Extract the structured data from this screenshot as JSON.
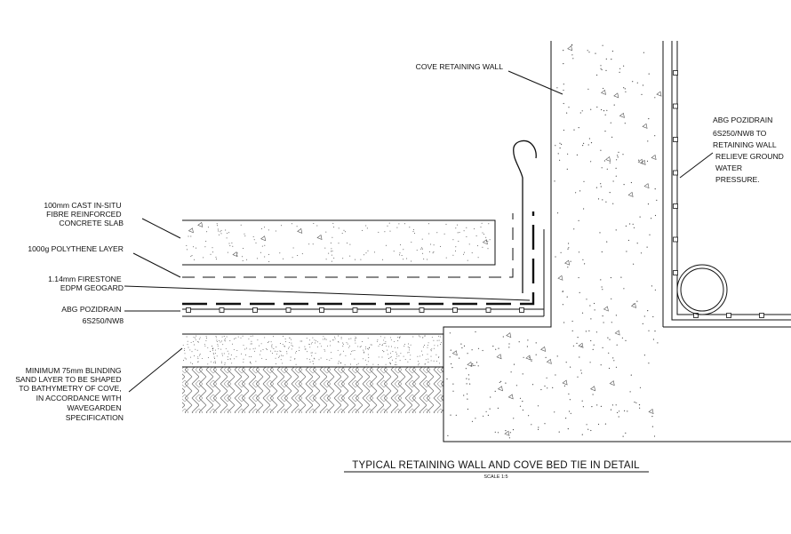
{
  "labels": {
    "cove_retaining_wall": "COVE RETAINING WALL",
    "slab": [
      "100mm CAST IN-SITU",
      "FIBRE REINFORCED",
      "CONCRETE SLAB"
    ],
    "polythene": "1000g POLYTHENE LAYER",
    "geogard": [
      "1.14mm FIRESTONE",
      "EDPM GEOGARD"
    ],
    "pozidrain": [
      "ABG POZIDRAIN",
      "6S250/NW8"
    ],
    "sand": [
      "MINIMUM 75mm BLINDING",
      "SAND LAYER TO BE SHAPED",
      "TO BATHYMETRY OF COVE,",
      "IN ACCORDANCE WITH",
      "WAVEGARDEN",
      "SPECIFICATION"
    ],
    "pozidrain_wall": [
      "ABG POZIDRAIN",
      "6S250/NW8 TO",
      "RETAINING WALL",
      "RELIEVE GROUND",
      "WATER",
      "PRESSURE."
    ]
  },
  "title": "TYPICAL RETAINING WALL AND COVE BED TIE IN DETAIL",
  "scale": "SCALE 1:5"
}
